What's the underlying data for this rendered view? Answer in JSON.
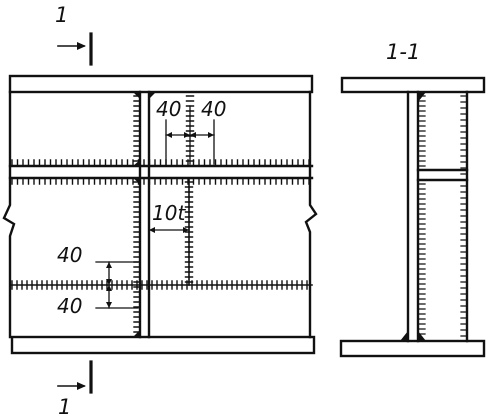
{
  "labels": {
    "section_mark_top": "1",
    "section_mark_bottom": "1",
    "section_title": "1-1",
    "dim_40_left": "40",
    "dim_40_right": "40",
    "dim_10t": "10t",
    "dim_40_upper": "40",
    "dim_40_lower": "40"
  }
}
